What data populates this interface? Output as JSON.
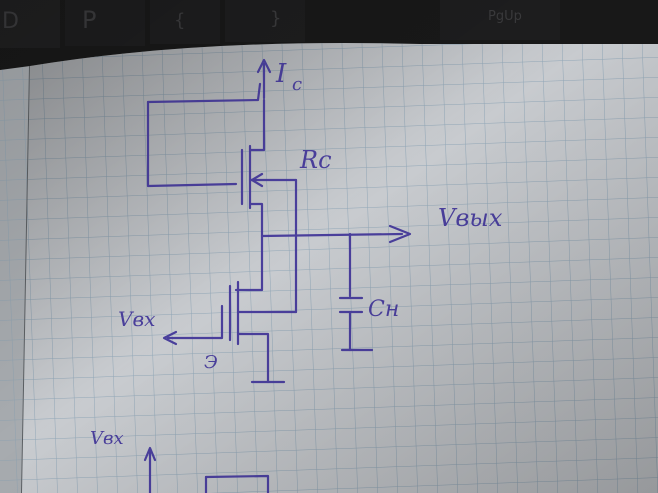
{
  "keyboard": {
    "keys": [
      "D",
      "P",
      "{",
      "}",
      "PgUp"
    ]
  },
  "labels": {
    "drain_current": "I",
    "drain_current_sub": "c",
    "resistor": "Rc",
    "output": "Vвых",
    "input": "Vвх",
    "capacitor": "Cн",
    "source": "Э",
    "bottom_input": "Vвх"
  },
  "colors": {
    "ink": "#4a3f9c",
    "paper": "#c9ccd0",
    "grid": "#7f9bb0",
    "keyboard": "#181818"
  }
}
